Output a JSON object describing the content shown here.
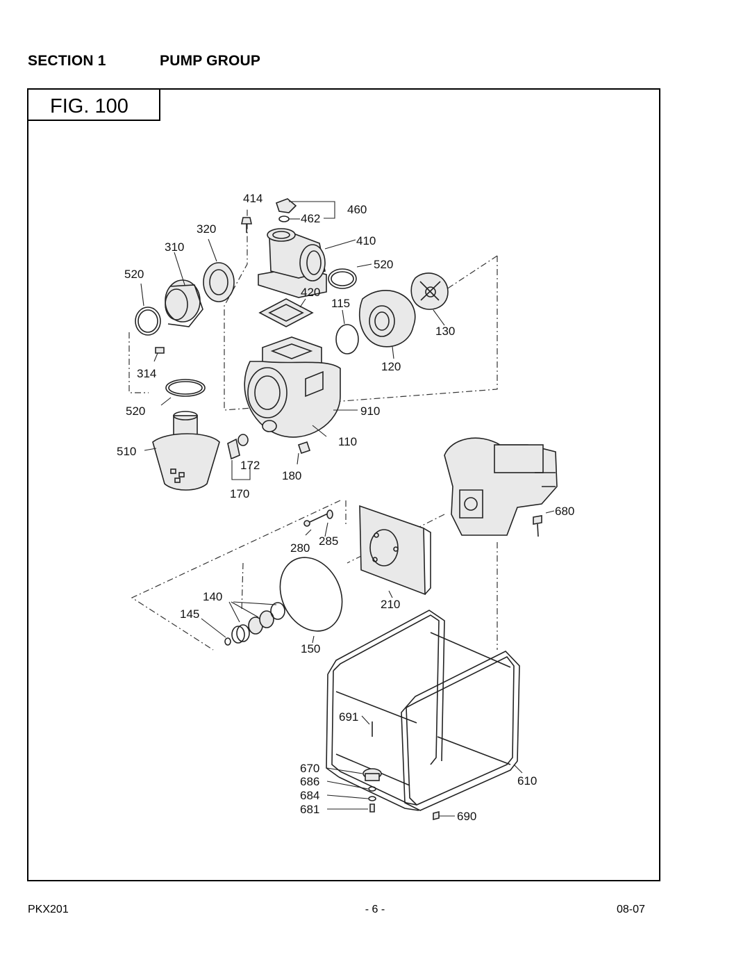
{
  "header": {
    "section": "SECTION 1",
    "title": "PUMP GROUP"
  },
  "figure": {
    "label": "FIG. 100"
  },
  "callouts": {
    "c414": "414",
    "c460": "460",
    "c462": "462",
    "c320": "320",
    "c310": "310",
    "c410": "410",
    "c520a": "520",
    "c520b": "520",
    "c520c": "520",
    "c420": "420",
    "c115": "115",
    "c130": "130",
    "c314": "314",
    "c120": "120",
    "c910": "910",
    "c510": "510",
    "c110": "110",
    "c172": "172",
    "c180": "180",
    "c170": "170",
    "c680": "680",
    "c280": "280",
    "c285": "285",
    "c140": "140",
    "c210": "210",
    "c145": "145",
    "c150": "150",
    "c691": "691",
    "c670": "670",
    "c686": "686",
    "c610": "610",
    "c684": "684",
    "c681": "681",
    "c690": "690"
  },
  "footer": {
    "model": "PKX201",
    "page": "- 6 -",
    "date": "08-07"
  }
}
